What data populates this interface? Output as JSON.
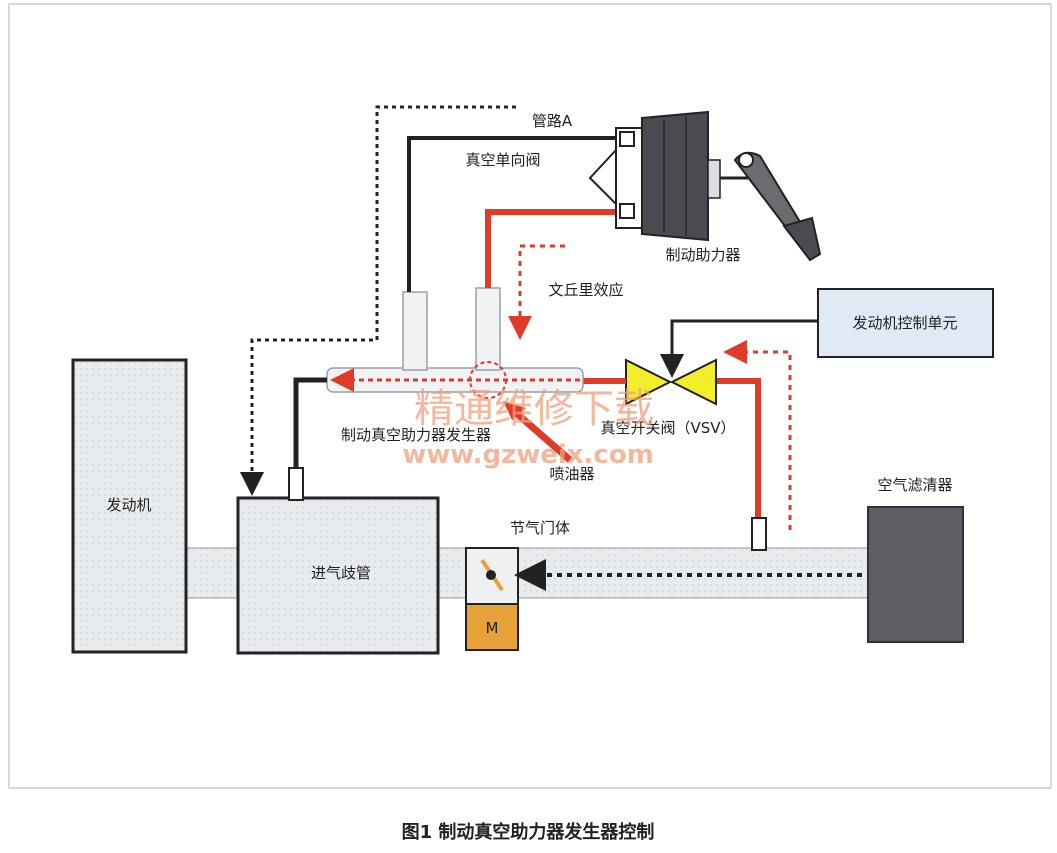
{
  "labels": {
    "pipe_a": "管路A",
    "check_valve": "真空单向阀",
    "brake_booster": "制动助力器",
    "venturi": "文丘里效应",
    "ecu": "发动机控制单元",
    "vacuum_generator": "制动真空助力器发生器",
    "vsv": "真空开关阀（VSV）",
    "injector": "喷油器",
    "air_filter": "空气滤清器",
    "throttle_body": "节气门体",
    "engine": "发动机",
    "intake_manifold": "进气歧管",
    "motor": "M"
  },
  "watermark": {
    "line1": "精通维修下载",
    "line2": "www.gzweix.com"
  },
  "caption": "图1 制动真空助力器发生器控制",
  "colors": {
    "vacuum_line": "#222222",
    "pressure_line": "#e03a2a",
    "box_fill": "#eceff2",
    "ecu_fill": "#dfeaf5",
    "valve_fill": "#f4ee2a",
    "motor_fill": "#e6a238",
    "filter_fill": "#5d5d63",
    "booster_fill": "#4a4a50"
  }
}
